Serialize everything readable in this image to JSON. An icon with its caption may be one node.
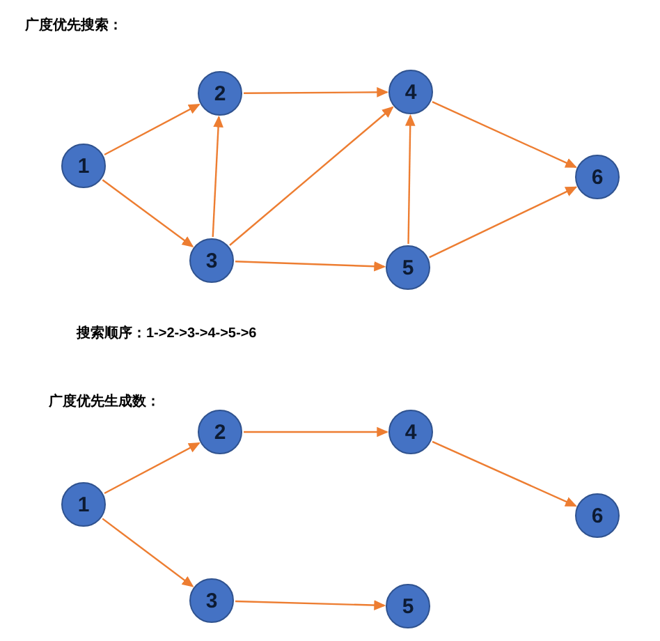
{
  "diagram": {
    "nodes": [
      {
        "text": [
          "1"
        ]
      },
      {
        "text": [
          "2"
        ]
      },
      {
        "text": [
          "3"
        ]
      },
      {
        "text": [
          "4"
        ]
      },
      {
        "text": [
          "5"
        ]
      },
      {
        "text": [
          "6"
        ]
      },
      {
        "text": [
          "1"
        ]
      },
      {
        "text": [
          "2"
        ]
      },
      {
        "text": [
          "3"
        ]
      },
      {
        "text": [
          "4"
        ]
      },
      {
        "text": [
          "5"
        ]
      },
      {
        "text": [
          "6"
        ]
      }
    ],
    "edges": [
      {
        "from": 0,
        "to": 1,
        "arrow": "to"
      },
      {
        "from": 0,
        "to": 2,
        "arrow": "to"
      },
      {
        "from": 2,
        "to": 1,
        "arrow": "to"
      },
      {
        "from": 1,
        "to": 3,
        "arrow": "to"
      },
      {
        "from": 2,
        "to": 3,
        "arrow": "to"
      },
      {
        "from": 2,
        "to": 4,
        "arrow": "to"
      },
      {
        "from": 4,
        "to": 3,
        "arrow": "to"
      },
      {
        "from": 3,
        "to": 5,
        "arrow": "to"
      },
      {
        "from": 4,
        "to": 5,
        "arrow": "to"
      },
      {
        "from": 6,
        "to": 7,
        "arrow": "to"
      },
      {
        "from": 6,
        "to": 8,
        "arrow": "to"
      },
      {
        "from": 7,
        "to": 9,
        "arrow": "to"
      },
      {
        "from": 9,
        "to": 11,
        "arrow": "to"
      },
      {
        "from": 8,
        "to": 10,
        "arrow": "to"
      }
    ],
    "labels": [
      "广度优先搜索：",
      "搜索顺序：1->2->3->4->5->6",
      "广度优先生成数："
    ]
  }
}
